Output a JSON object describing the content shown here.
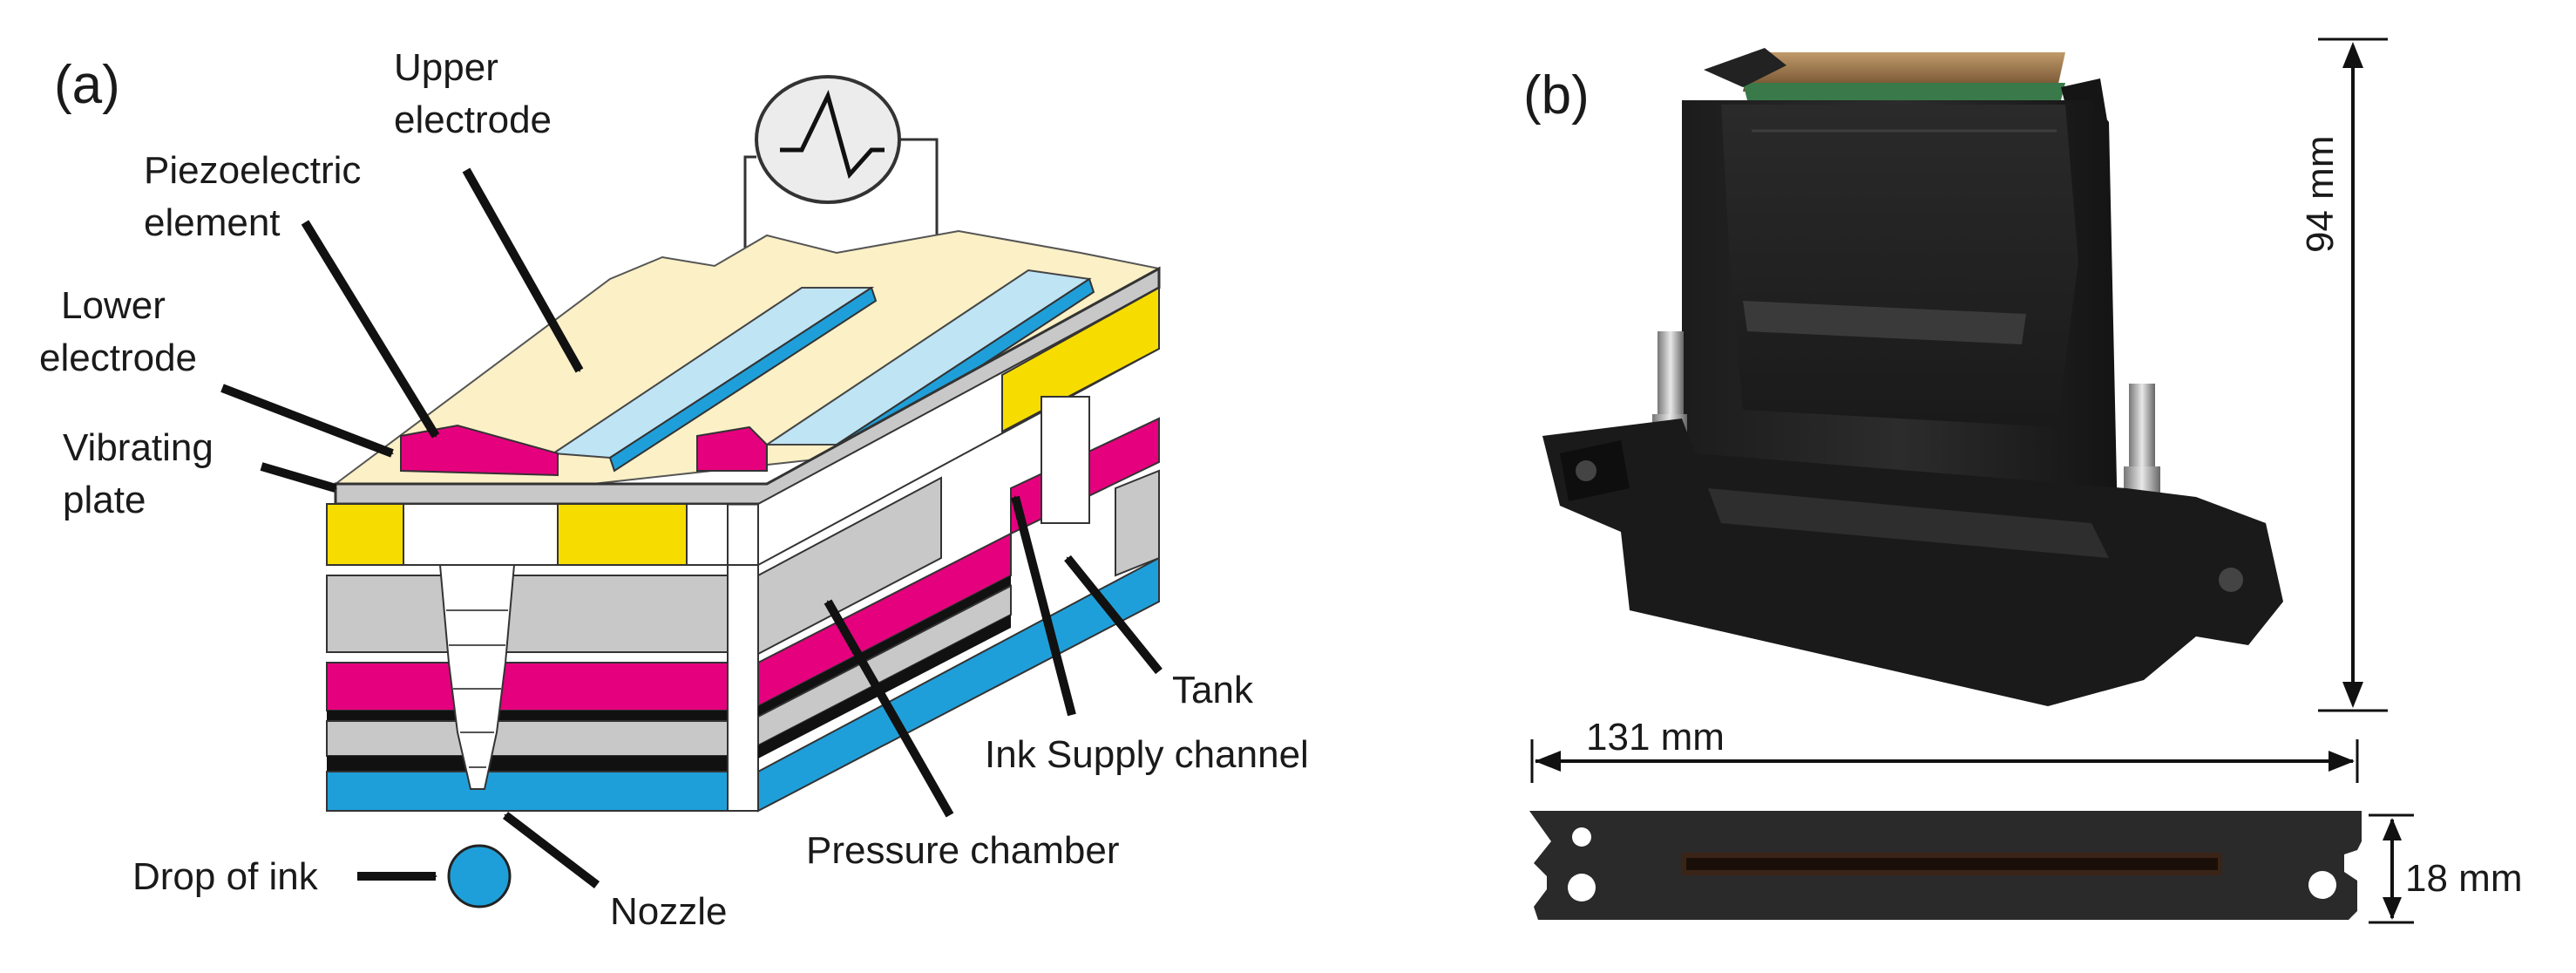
{
  "panel_a": {
    "label": "(a)",
    "labels": {
      "upper_electrode_1": "Upper",
      "upper_electrode_2": "electrode",
      "piezo_1": "Piezoelectric",
      "piezo_2": "element",
      "lower_electrode_1": "Lower",
      "lower_electrode_2": "electrode",
      "vibrating_plate_1": "Vibrating",
      "vibrating_plate_2": "plate",
      "tank": "Tank",
      "ink_supply": "Ink Supply channel",
      "pressure_chamber": "Pressure chamber",
      "drop_of_ink": "Drop of ink",
      "nozzle": "Nozzle"
    }
  },
  "panel_b": {
    "label": "(b)",
    "height_dim": "94 mm",
    "width_dim": "131 mm",
    "depth_dim": "18 mm"
  },
  "colors": {
    "yellow": "#f7dc00",
    "magenta": "#e5007e",
    "cyan": "#1f9fd9",
    "light_cyan": "#bfe4f4",
    "gray": "#c8c8c8",
    "cream": "#fbf0c6",
    "black": "#111111"
  }
}
